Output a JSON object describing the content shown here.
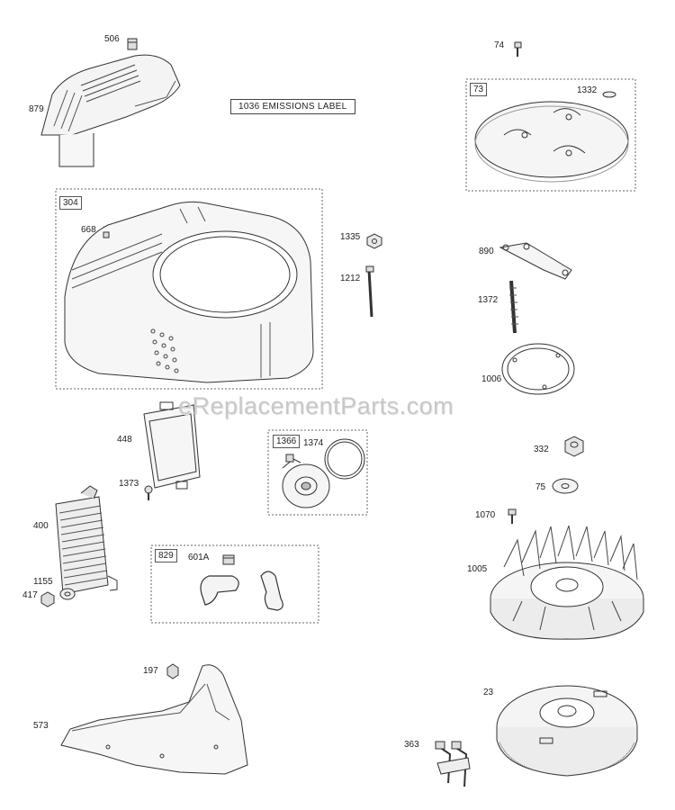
{
  "watermark": "eReplacementParts.com",
  "emissions_label": "1036 EMISSIONS LABEL",
  "callouts": {
    "p506": "506",
    "p879": "879",
    "p74": "74",
    "p73": "73",
    "p1332": "1332",
    "p304": "304",
    "p668": "668",
    "p1335": "1335",
    "p1212": "1212",
    "p890": "890",
    "p1372": "1372",
    "p1006": "1006",
    "p448": "448",
    "p1373": "1373",
    "p1366": "1366",
    "p1374": "1374",
    "p332": "332",
    "p75": "75",
    "p400": "400",
    "p829": "829",
    "p601a": "601A",
    "p1070": "1070",
    "p1005": "1005",
    "p1155": "1155",
    "p417": "417",
    "p197": "197",
    "p573": "573",
    "p23": "23",
    "p363": "363"
  }
}
